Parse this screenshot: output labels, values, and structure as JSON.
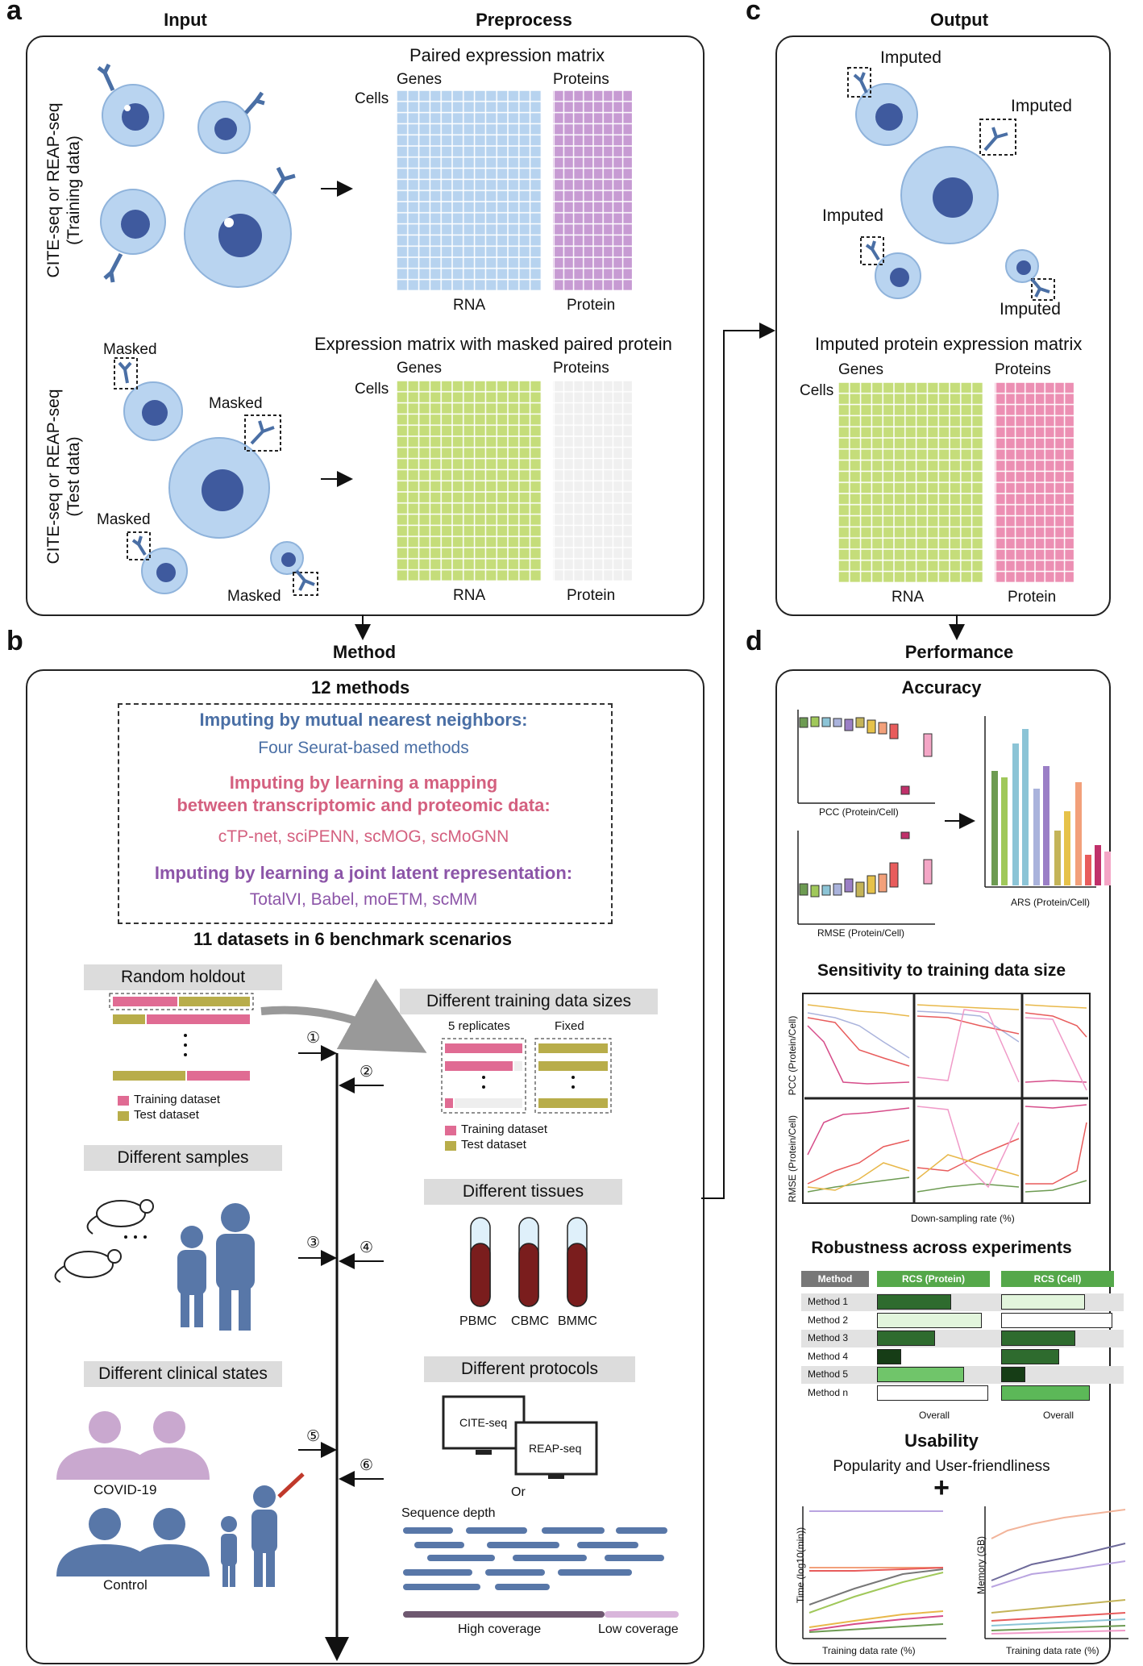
{
  "panels": {
    "a": "a",
    "b": "b",
    "c": "c",
    "d": "d"
  },
  "headers": {
    "input": "Input",
    "preprocess": "Preprocess",
    "output": "Output",
    "method": "Method",
    "performance": "Performance"
  },
  "panel_a": {
    "train_label_1": "CITE-seq or REAP-seq",
    "train_label_2": "(Training data)",
    "test_label_1": "CITE-seq or REAP-seq",
    "test_label_2": "(Test data)",
    "masked": "Masked",
    "paired_title": "Paired expression matrix",
    "masked_title": "Expression matrix with masked paired protein",
    "genes": "Genes",
    "proteins": "Proteins",
    "cells": "Cells",
    "rna": "RNA",
    "protein": "Protein"
  },
  "panel_c": {
    "imputed": "Imputed",
    "matrix_title": "Imputed protein expression matrix",
    "genes": "Genes",
    "proteins": "Proteins",
    "cells": "Cells",
    "rna": "RNA",
    "protein": "Protein"
  },
  "panel_b": {
    "n_methods": "12 methods",
    "cat1_title": "Imputing by mutual nearest neighbors:",
    "cat1_methods": "Four Seurat-based methods",
    "cat2_title_1": "Imputing by learning a mapping",
    "cat2_title_2": "between transcriptomic and proteomic data:",
    "cat2_methods": "cTP-net, sciPENN, scMOG, scMoGNN",
    "cat3_title": "Imputing by learning a joint latent representation:",
    "cat3_methods": "TotalVI, Babel, moETM, scMM",
    "datasets": "11 datasets in 6 benchmark scenarios",
    "random_holdout": "Random holdout",
    "training_dataset": "Training dataset",
    "test_dataset": "Test dataset",
    "diff_training": "Different training data sizes",
    "replicates": "5 replicates",
    "fixed": "Fixed",
    "diff_samples": "Different samples",
    "diff_tissues": "Different tissues",
    "pbmc": "PBMC",
    "cbmc": "CBMC",
    "bmmc": "BMMC",
    "diff_clinical": "Different clinical states",
    "covid": "COVID-19",
    "control": "Control",
    "diff_protocols": "Different protocols",
    "cite_seq": "CITE-seq",
    "reap_seq": "REAP-seq",
    "or": "Or",
    "seq_depth": "Sequence depth",
    "high_cov": "High coverage",
    "low_cov": "Low coverage",
    "steps": [
      "①",
      "②",
      "③",
      "④",
      "⑤",
      "⑥"
    ]
  },
  "panel_d": {
    "accuracy": "Accuracy",
    "pcc": "PCC (Protein/Cell)",
    "rmse": "RMSE (Protein/Cell)",
    "ars": "ARS (Protein/Cell)",
    "sensitivity": "Sensitivity to training data size",
    "pcc_axis": "PCC (Protein/Cell)",
    "rmse_axis": "RMSE (Protein/Cell)",
    "downsampling": "Down-sampling rate (%)",
    "robustness": "Robustness across experiments",
    "method_col": "Method",
    "rcs_protein": "RCS (Protein)",
    "rcs_cell": "RCS (Cell)",
    "methods": [
      "Method 1",
      "Method 2",
      "Method 3",
      "Method 4",
      "Method 5",
      "Method n"
    ],
    "overall": "Overall",
    "usability": "Usability",
    "popularity": "Popularity and User-friendliness",
    "plus": "+",
    "time_axis": "Time (log10(min))",
    "memory_axis": "Memory (GB)",
    "training_rate": "Training data rate (%)"
  },
  "colors": {
    "rna_blue": "#b7d3ef",
    "protein_purple": "#c79bd3",
    "rna_green": "#c5dd7a",
    "masked_gray": "#f0f0f0",
    "protein_pink": "#ec8fb3",
    "cell": "#b9d4f0",
    "nucleus": "#3f5a9e"
  }
}
